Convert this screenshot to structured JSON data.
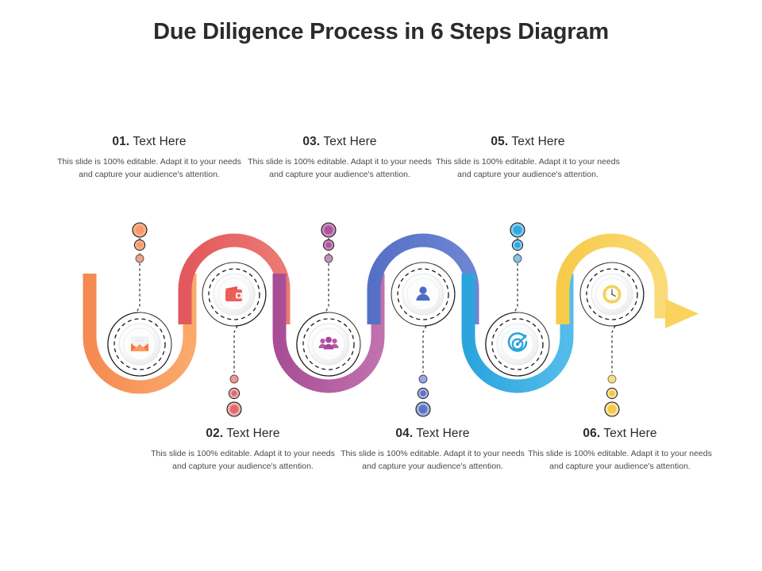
{
  "slide": {
    "title": "Due Diligence Process in 6 Steps Diagram",
    "background_color": "#FFFFFF"
  },
  "body_text": "This slide is 100%  editable. Adapt it to your needs and capture your audience's attention.",
  "steps": [
    {
      "number": "01.",
      "label": "Text Here",
      "body": "This slide is 100%  editable. Adapt it to your needs and capture your audience's attention.",
      "icon": "envelope-icon",
      "color": "#F68B4E",
      "position": "top"
    },
    {
      "number": "02.",
      "label": "Text Here",
      "body": "This slide is 100%  editable. Adapt it to your needs and capture your audience's attention.",
      "icon": "wallet-icon",
      "color": "#E05C5C",
      "position": "bottom"
    },
    {
      "number": "03.",
      "label": "Text Here",
      "body": "This slide is 100%  editable. Adapt it to your needs and capture your audience's attention.",
      "icon": "people-group-icon",
      "color": "#B0539C",
      "position": "top"
    },
    {
      "number": "04.",
      "label": "Text Here",
      "body": "This slide is 100%  editable. Adapt it to your needs and capture your audience's attention.",
      "icon": "user-icon",
      "color": "#5B74C8",
      "position": "bottom"
    },
    {
      "number": "05.",
      "label": "Text Here",
      "body": "This slide is 100%  editable. Adapt it to your needs and capture your audience's attention.",
      "icon": "target-icon",
      "color": "#31A8E0",
      "position": "top"
    },
    {
      "number": "06.",
      "label": "Text Here",
      "body": "This slide is 100%  editable. Adapt it to your needs and capture your audience's attention.",
      "icon": "clock-icon",
      "color": "#F7CE52",
      "position": "bottom"
    }
  ],
  "palette": {
    "orange": "#F68B4E",
    "red": "#E05C5C",
    "purple": "#B0539C",
    "blue": "#5B74C8",
    "cyan": "#31A8E0",
    "yellow": "#F7CE52",
    "title_color": "#2B2B2B",
    "body_color": "#4A4A4A",
    "connector_line": "#1A1A1A"
  },
  "diagram": {
    "type": "serpentine-process-ribbon",
    "step_count": 6,
    "arrow_direction": "right"
  }
}
